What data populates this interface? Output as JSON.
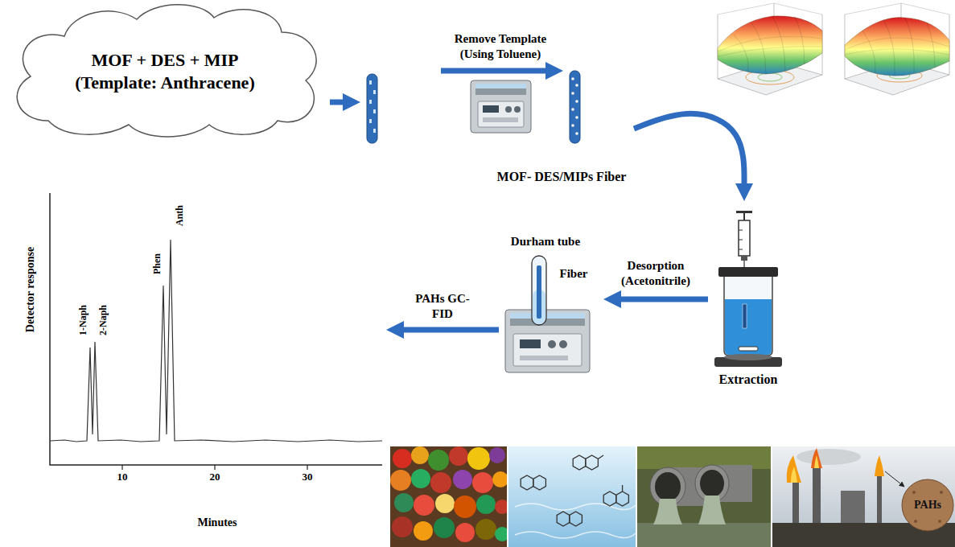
{
  "diagram": {
    "nodes": [
      {
        "text": [
          "MOF + DES + MIP (Template: Anthracene)"
        ]
      },
      {
        "text": [
          "MOF- DES/MIPs Fiber"
        ]
      },
      {
        "text": [
          "Extraction"
        ]
      },
      {
        "text": [
          "Durham tube",
          "Fiber"
        ]
      },
      {
        "text": [
          "Detector response",
          "Minutes"
        ]
      }
    ],
    "edges": [
      {
        "from": 0,
        "to": 1,
        "arrow": "to"
      },
      {
        "from": 1,
        "to": 2,
        "arrow": "to"
      },
      {
        "from": 2,
        "to": 3,
        "label": "Desorption (Acetonitrile)",
        "arrow": "to"
      },
      {
        "from": 3,
        "to": 4,
        "label": "PAHs GC-FID",
        "arrow": "to"
      }
    ],
    "labels": [
      "Remove Template (Using Toluene)",
      "1-Naph",
      "2-Naph",
      "Phen",
      "Anth",
      "10",
      "20",
      "30",
      "PAHs"
    ]
  }
}
